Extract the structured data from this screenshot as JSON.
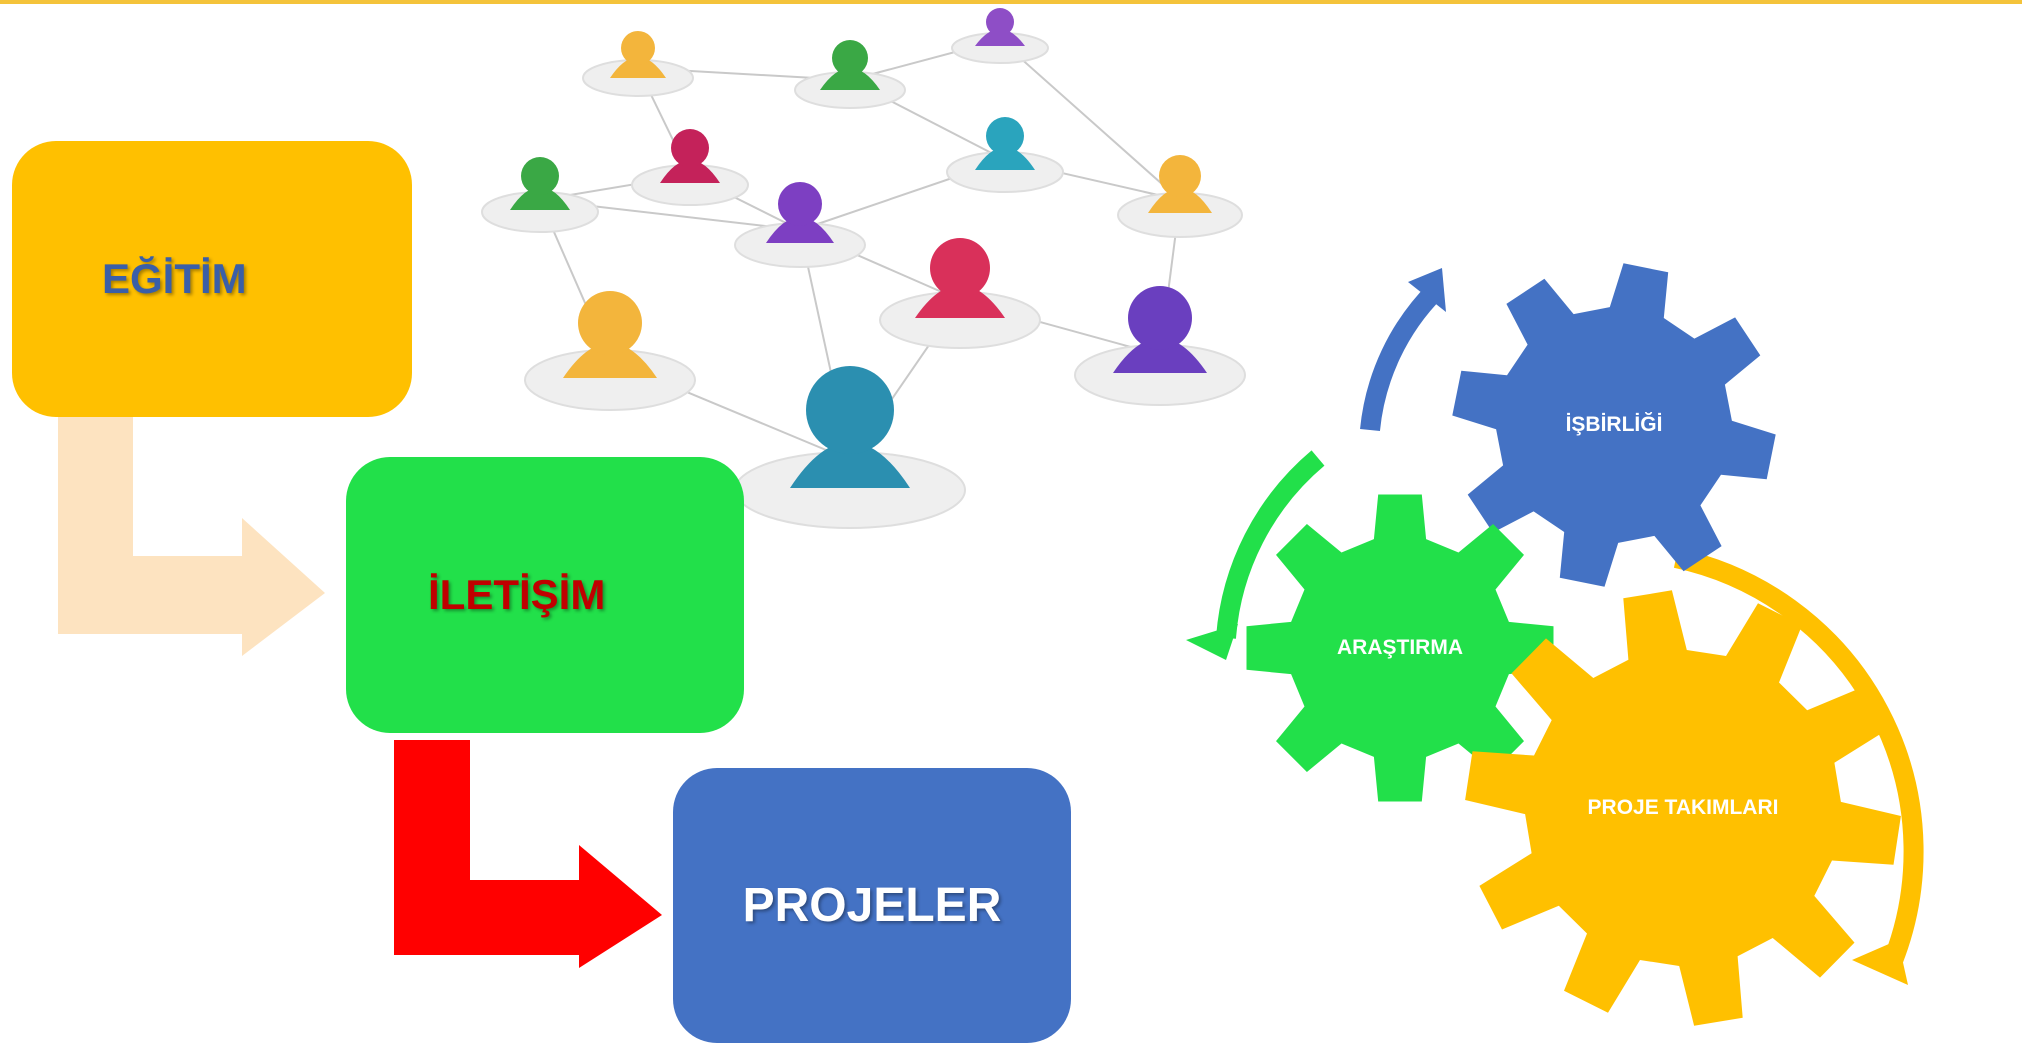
{
  "steps": {
    "egitim": "EĞİTİM",
    "iletisim": "İLETİŞİM",
    "projeler": "PROJELER"
  },
  "gears": {
    "isbirligi": "İŞBİRLİĞİ",
    "arastirma": "ARAŞTIRMA",
    "proje_takimlari": "PROJE TAKIMLARI"
  },
  "colors": {
    "gold": "#ffc000",
    "green": "#22e04a",
    "blue": "#4472c4",
    "red": "#ff0000",
    "peach": "#fde3c0"
  },
  "network_image": "people-network-illustration"
}
